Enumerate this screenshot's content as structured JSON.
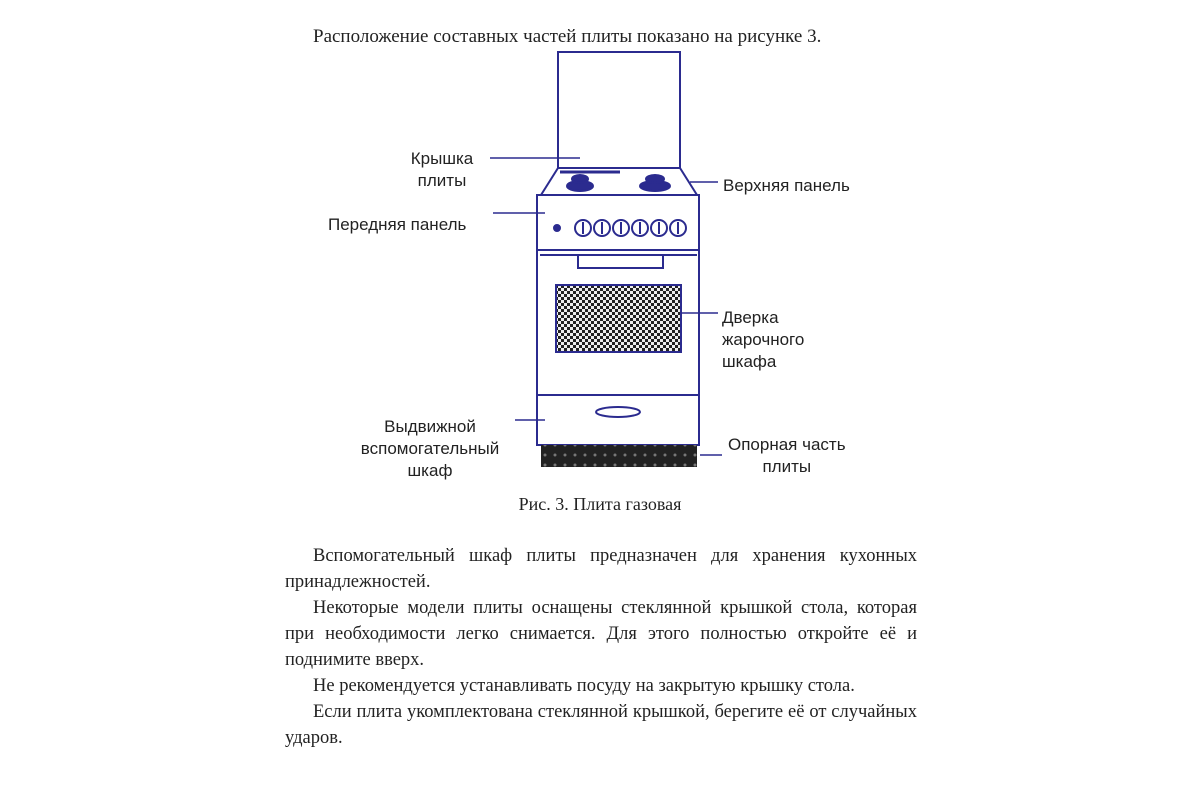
{
  "intro": "Расположение составных частей плиты показано на рисунке 3.",
  "labels": {
    "lid": [
      "Крышка",
      "плиты"
    ],
    "top_panel": "Верхняя панель",
    "front_panel": "Передняя панель",
    "oven_door": [
      "Дверка",
      "жарочного",
      "шкафа"
    ],
    "drawer": [
      "Выдвижной",
      "вспомогательный",
      "шкаф"
    ],
    "base": [
      "Опорная часть",
      "плиты"
    ]
  },
  "caption": "Рис. 3. Плита газовая",
  "paragraphs": [
    "Вспомогательный шкаф плиты предназначен для хранения кухонных принадлежностей.",
    "Некоторые модели плиты оснащены стеклянной крышкой стола, которая при необходимости легко снимается. Для этого полностью откройте её и поднимите вверх.",
    "Не рекомендуется устанавливать посуду на закрытую крышку стола.",
    "Если плита укомплектована стеклянной крышкой, берегите её от случайных ударов."
  ],
  "colors": {
    "line": "#2b2b8f",
    "text": "#222222"
  }
}
